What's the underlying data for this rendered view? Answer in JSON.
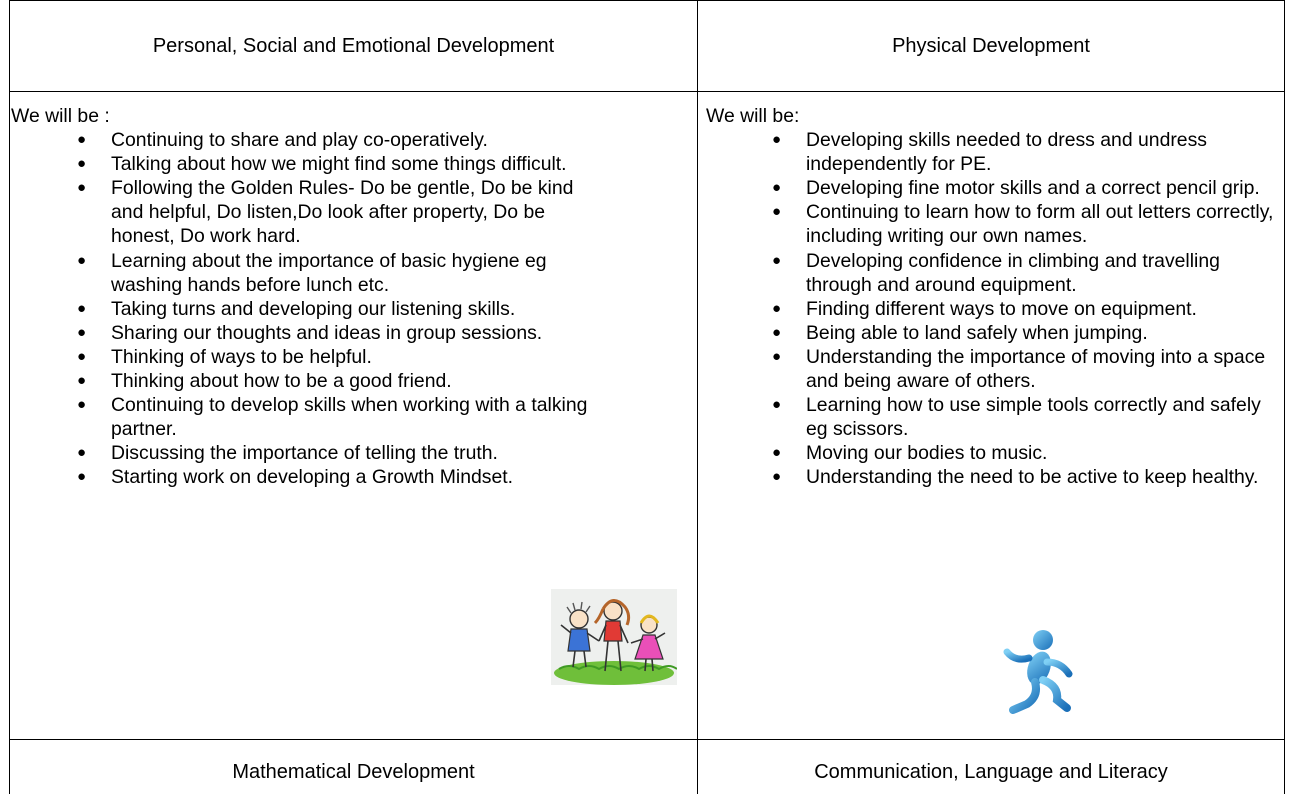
{
  "table": {
    "row1": {
      "left_heading": "Personal, Social and Emotional Development",
      "right_heading": "Physical Development"
    },
    "row2": {
      "left": {
        "intro": "We will be :",
        "items": [
          "Continuing to share and play co-operatively.",
          "Talking about how we might find some things difficult.",
          "Following the Golden Rules- Do be gentle, Do be kind and helpful, Do listen,Do look after property, Do be honest, Do work hard.",
          "Learning about the importance of basic hygiene eg washing hands before lunch etc.",
          "Taking turns and developing our listening skills.",
          "Sharing our thoughts and ideas in group sessions.",
          "Thinking of ways to be helpful.",
          "Thinking about how to be a good friend.",
          "Continuing to develop skills when working with a talking partner.",
          "Discussing the importance of telling the truth.",
          "Starting work on developing a Growth Mindset."
        ],
        "image": "children-holding-hands-drawing"
      },
      "right": {
        "intro": "We will be:",
        "items": [
          "Developing skills needed to dress and undress independently for PE.",
          "Developing fine motor skills and a correct pencil grip.",
          "Continuing to learn how to form all out letters correctly, including writing our own names.",
          "Developing confidence in climbing and travelling through and around equipment.",
          "Finding different ways to move on equipment.",
          "Being able to land safely when jumping.",
          "Understanding the importance of moving into a space and being aware of others.",
          "Learning how to use simple tools correctly and safely eg scissors.",
          "Moving our bodies to  music.",
          "Understanding the need to be active to keep healthy."
        ],
        "image": "running-figure-icon"
      }
    },
    "row3": {
      "left_heading": "Mathematical Development",
      "right_heading": "Communication, Language and Literacy"
    }
  },
  "bullet_symbol": "●"
}
